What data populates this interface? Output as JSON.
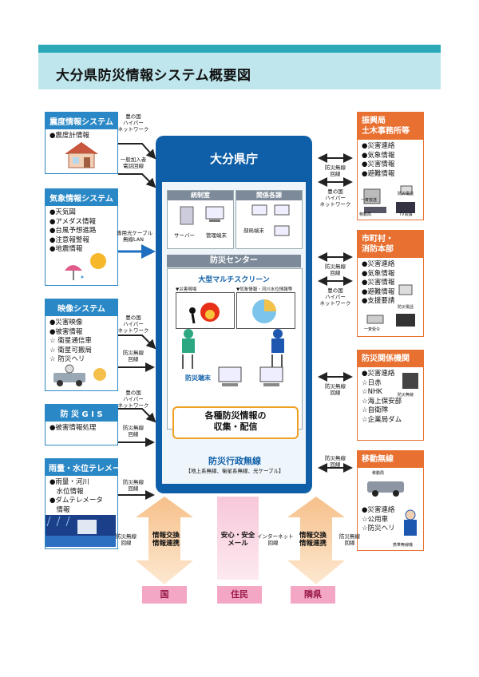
{
  "title": "大分県防災情報システム概要図",
  "center": {
    "title": "大分県庁",
    "tousei": "統制室",
    "kankei": "関係各課",
    "server": "サーバー",
    "kanri": "管理端末",
    "bukyoku": "部局端末",
    "bousai_center": "防災センター",
    "multi_screen": "大型マルチスクリーン",
    "saigai_genba": "▼災害現場",
    "kisho": "▼気象情報・河川水位情報等",
    "bousai_tanmatsu": "防災端末",
    "kakushu_1": "各種防災情報の",
    "kakushu_2": "収集・配信",
    "musen": "防災行政無線",
    "musen_sub": "【地上系無線、衛星系無線、光ケーブル】"
  },
  "left": [
    {
      "title": "震度情報システム",
      "items": [
        "●震度計情報"
      ]
    },
    {
      "title": "気象情報システム",
      "items": [
        "●天気図",
        "●アメダス情報",
        "●台風予想進路",
        "●注意報警報",
        "●地震情報"
      ]
    },
    {
      "title": "映像システム",
      "items": [
        "●災害映像",
        "●被害情報",
        "☆ 衛星通信車",
        "☆ 衛星可搬局",
        "☆ 防災ヘリ"
      ]
    },
    {
      "title": "防 災 G I S",
      "items": [
        "●被害情報処理"
      ]
    },
    {
      "title": "雨量・水位テレメータ",
      "items": [
        "●雨量・河川",
        "　水位情報",
        "●ダムテレメータ",
        "　情報"
      ]
    }
  ],
  "left_conn": [
    [
      "豊の国",
      "ハイパー",
      "ネットワーク"
    ],
    [
      "一般加入者",
      "電話回線"
    ],
    [
      "専用光ケーブル",
      "無線LAN"
    ],
    [
      "豊の国",
      "ハイパー",
      "ネットワーク"
    ],
    [
      "防災無線",
      "回線"
    ],
    [
      "豊の国",
      "ハイパー",
      "ネットワーク"
    ],
    [
      "防災無線",
      "回線"
    ],
    [
      "防災無線",
      "回線"
    ]
  ],
  "right": [
    {
      "title": [
        "振興局",
        "土木事務所等"
      ],
      "items": [
        "●災害連絡",
        "●気象情報",
        "●災害情報",
        "●避難情報"
      ],
      "devices": [
        "一斉放送",
        "防災電話",
        "移動局",
        "TV会議"
      ]
    },
    {
      "title": [
        "市町村・",
        "消防本部"
      ],
      "items": [
        "●災害連絡",
        "●気象情報",
        "●災害情報",
        "●避難情報",
        "●支援要請"
      ],
      "devices": [
        "防災電話",
        "一斉受令"
      ]
    },
    {
      "title": [
        "防災関係機関"
      ],
      "items": [
        "●災害連絡",
        "☆日赤",
        "☆NHK",
        "☆海上保安部",
        "☆自衛隊",
        "☆企業局ダム"
      ],
      "devices": [
        "防災無線"
      ]
    },
    {
      "title": [
        "移動無線"
      ],
      "items": [
        "●災害連絡",
        "☆公用車",
        "☆防災ヘリ"
      ],
      "devices": [
        "移動局",
        "携帯無線機"
      ]
    }
  ],
  "right_conn": [
    [
      "防災無線",
      "回線"
    ],
    [
      "豊の国",
      "ハイパー",
      "ネットワーク"
    ],
    [
      "防災無線",
      "回線"
    ],
    [
      "豊の国",
      "ハイパー",
      "ネットワーク"
    ],
    [
      "防災無線",
      "回線"
    ],
    [
      "防災無線",
      "回線"
    ]
  ],
  "bottom": {
    "arrow1": [
      "情報交換",
      "情報連携"
    ],
    "arrow2": [
      "安心・安全",
      "メール"
    ],
    "arrow3": [
      "情報交換",
      "情報連携"
    ],
    "side1": [
      "防災無線",
      "回線"
    ],
    "side2": [
      "インターネット",
      "回線"
    ],
    "side3": [
      "防災無線",
      "回線"
    ],
    "labels": [
      "国",
      "住民",
      "隣県"
    ]
  },
  "colors": {
    "blue": "#0f5fa8",
    "left_accent": "#2b88c6",
    "right_accent": "#e87030",
    "header": "#bfe6ec",
    "arrow": "#f6c08a"
  }
}
